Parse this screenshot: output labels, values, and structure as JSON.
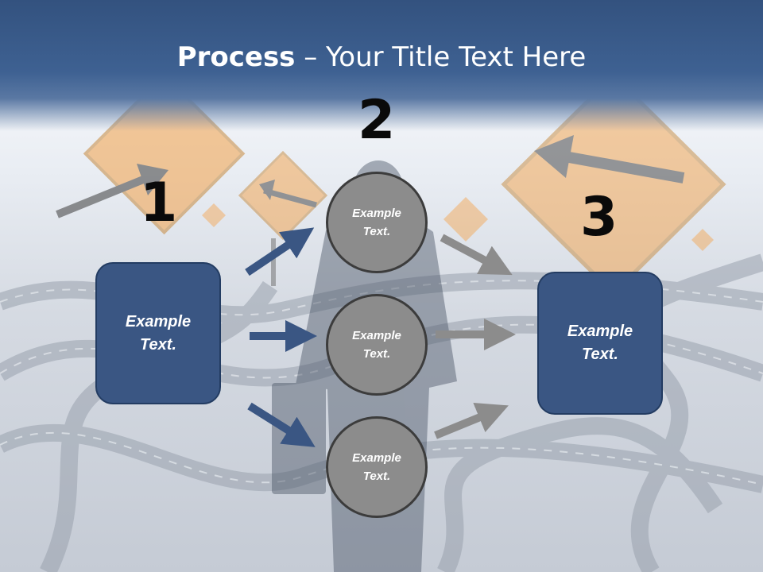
{
  "title": {
    "bold": "Process",
    "rest": " – Your Title Text Here"
  },
  "steps": [
    {
      "number": "1",
      "text": "Example\nText."
    },
    {
      "number": "2",
      "items": [
        "Example\nText.",
        "Example\nText.",
        "Example\nText."
      ]
    },
    {
      "number": "3",
      "text": "Example\nText."
    }
  ],
  "colors": {
    "box_fill": "#3a5683",
    "circle_fill": "#8c8c8c",
    "left_arrow": "#3a5683",
    "right_arrow": "#8c8c8c",
    "title_band": "#3e6192"
  }
}
